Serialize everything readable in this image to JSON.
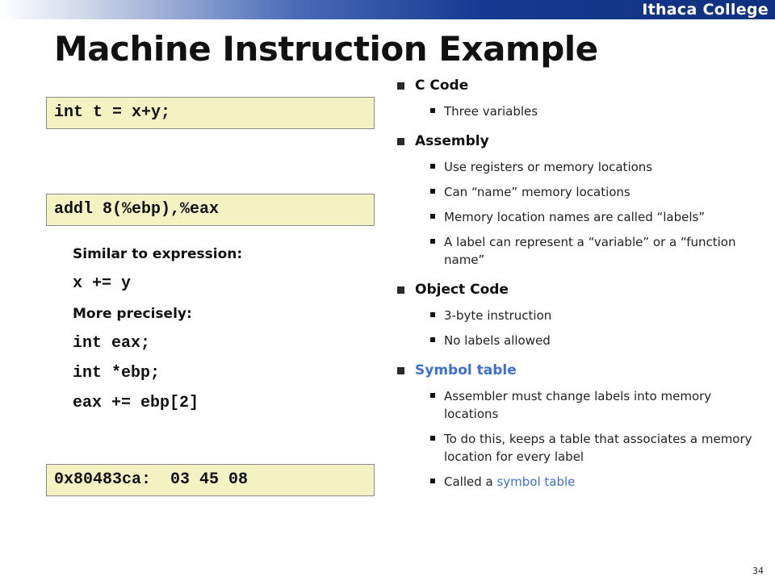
{
  "header": {
    "brand": "Ithaca College"
  },
  "slide": {
    "title": "Machine Instruction Example",
    "page_number": "34"
  },
  "code_boxes": {
    "c_code": "int t = x+y;",
    "assembly": "addl 8(%ebp),%eax",
    "object_code": "0x80483ca:  03 45 08"
  },
  "explanation": {
    "similar_label": "Similar to expression:",
    "similar_code": "x += y",
    "precise_label": "More precisely:",
    "precise_lines": [
      "int eax;",
      "int *ebp;",
      "eax += ebp[2]"
    ]
  },
  "bullets": {
    "c_code": {
      "heading": "C Code",
      "items": [
        "Three variables"
      ]
    },
    "assembly": {
      "heading": "Assembly",
      "items": [
        "Use registers or memory locations",
        "Can “name” memory locations",
        "Memory location names are called “labels”",
        "A label can represent a “variable” or a “function name”"
      ]
    },
    "object_code": {
      "heading": "Object Code",
      "items": [
        "3-byte instruction",
        "No labels allowed"
      ]
    },
    "symbol_table": {
      "heading": "Symbol table",
      "items": [
        "Assembler must change labels into memory locations",
        "To do this, keeps a table that associates a memory location for every label"
      ],
      "last_item_prefix": "Called a ",
      "last_item_highlight": "symbol table"
    }
  },
  "colors": {
    "accent_blue": "#3f6fd1",
    "code_box_fill": "#f2f2c2",
    "header_blue": "#10307f"
  }
}
